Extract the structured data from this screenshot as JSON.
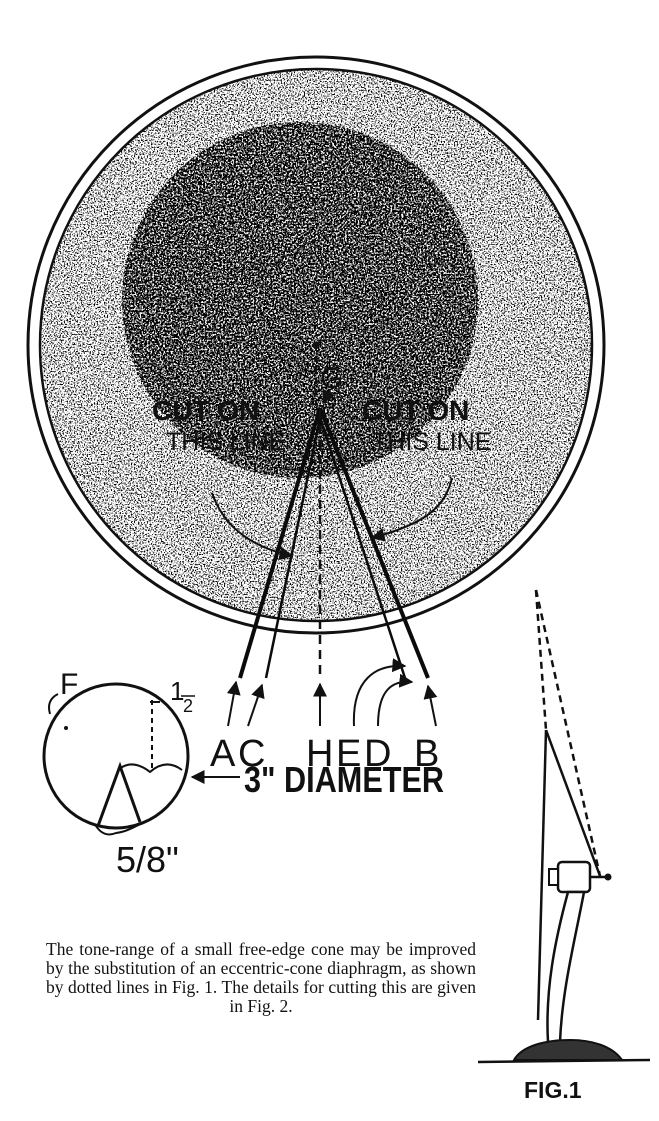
{
  "labels": {
    "G": "G",
    "cut_left_1": "CUT ON",
    "cut_left_2": "THIS LINE",
    "cut_right_1": "CUT ON",
    "cut_right_2": "THIS LINE",
    "A": "A",
    "C": "C",
    "H": "H",
    "E": "E",
    "D": "D",
    "B": "B",
    "F": "F",
    "one_half": "1",
    "one_half_den": "2",
    "three_diameter": "3\" DIAMETER",
    "five_eighths": "5/8\"",
    "fig1": "FIG.1"
  },
  "caption": "The tone-range of a small free-edge cone may be improved by the substitution of an eccentric-cone diaphragm, as shown by dotted lines in Fig. 1. The details for cutting this are given in Fig. 2."
}
